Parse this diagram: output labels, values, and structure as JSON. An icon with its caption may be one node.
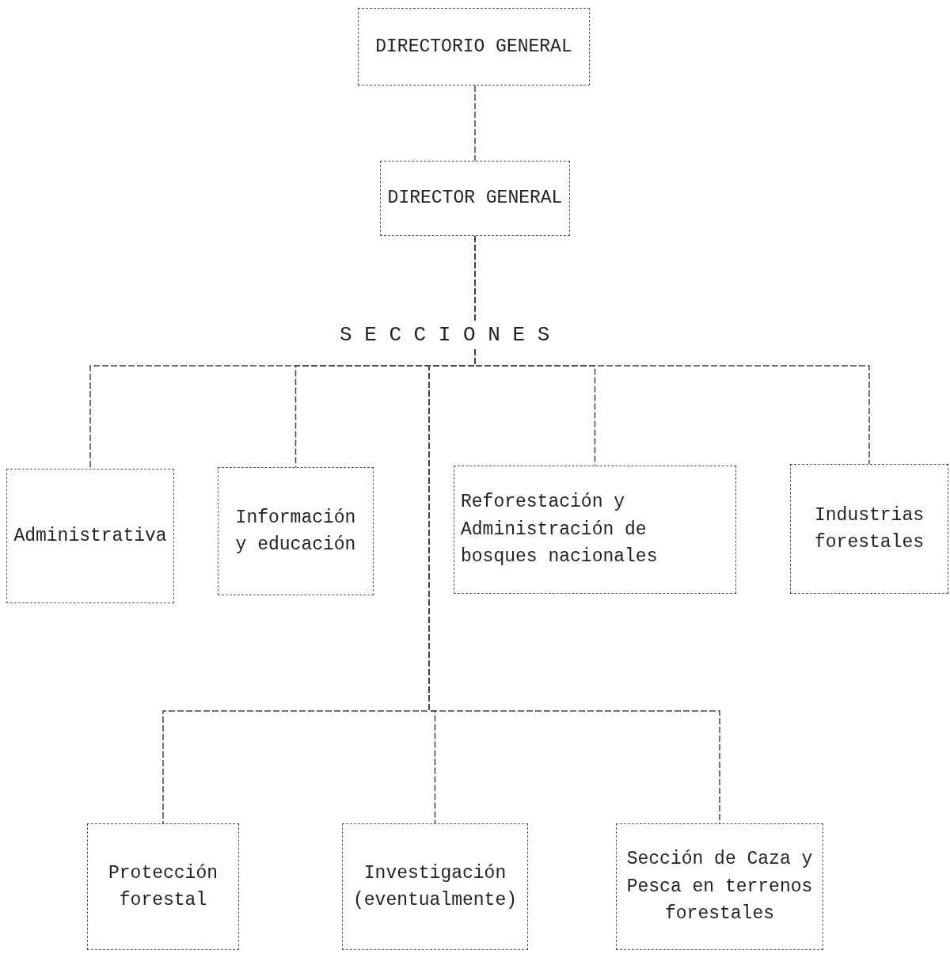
{
  "diagram": {
    "nodes": [
      {
        "text": [
          "DIRECTORIO GENERAL"
        ]
      },
      {
        "text": [
          "DIRECTOR GENERAL"
        ]
      },
      {
        "text": [
          "Administrativa"
        ]
      },
      {
        "text": [
          "Información y educación"
        ]
      },
      {
        "text": [
          "Reforestación y Administración de bosques nacionales"
        ]
      },
      {
        "text": [
          "Industrias forestales"
        ]
      },
      {
        "text": [
          "Protección forestal"
        ]
      },
      {
        "text": [
          "Investigación (eventualmente)"
        ]
      },
      {
        "text": [
          "Sección de Caza y Pesca en terrenos forestales"
        ]
      }
    ],
    "edges": [
      {
        "from": 0,
        "to": 1,
        "arrow": "none"
      },
      {
        "from": 1,
        "to": 2,
        "arrow": "none"
      },
      {
        "from": 1,
        "to": 3,
        "arrow": "none"
      },
      {
        "from": 1,
        "to": 4,
        "arrow": "none"
      },
      {
        "from": 1,
        "to": 5,
        "arrow": "none"
      },
      {
        "from": 1,
        "to": 6,
        "arrow": "none"
      },
      {
        "from": 1,
        "to": 7,
        "arrow": "none"
      },
      {
        "from": 1,
        "to": 8,
        "arrow": "none"
      }
    ],
    "labels": [
      "S E C C I O N E S"
    ]
  }
}
